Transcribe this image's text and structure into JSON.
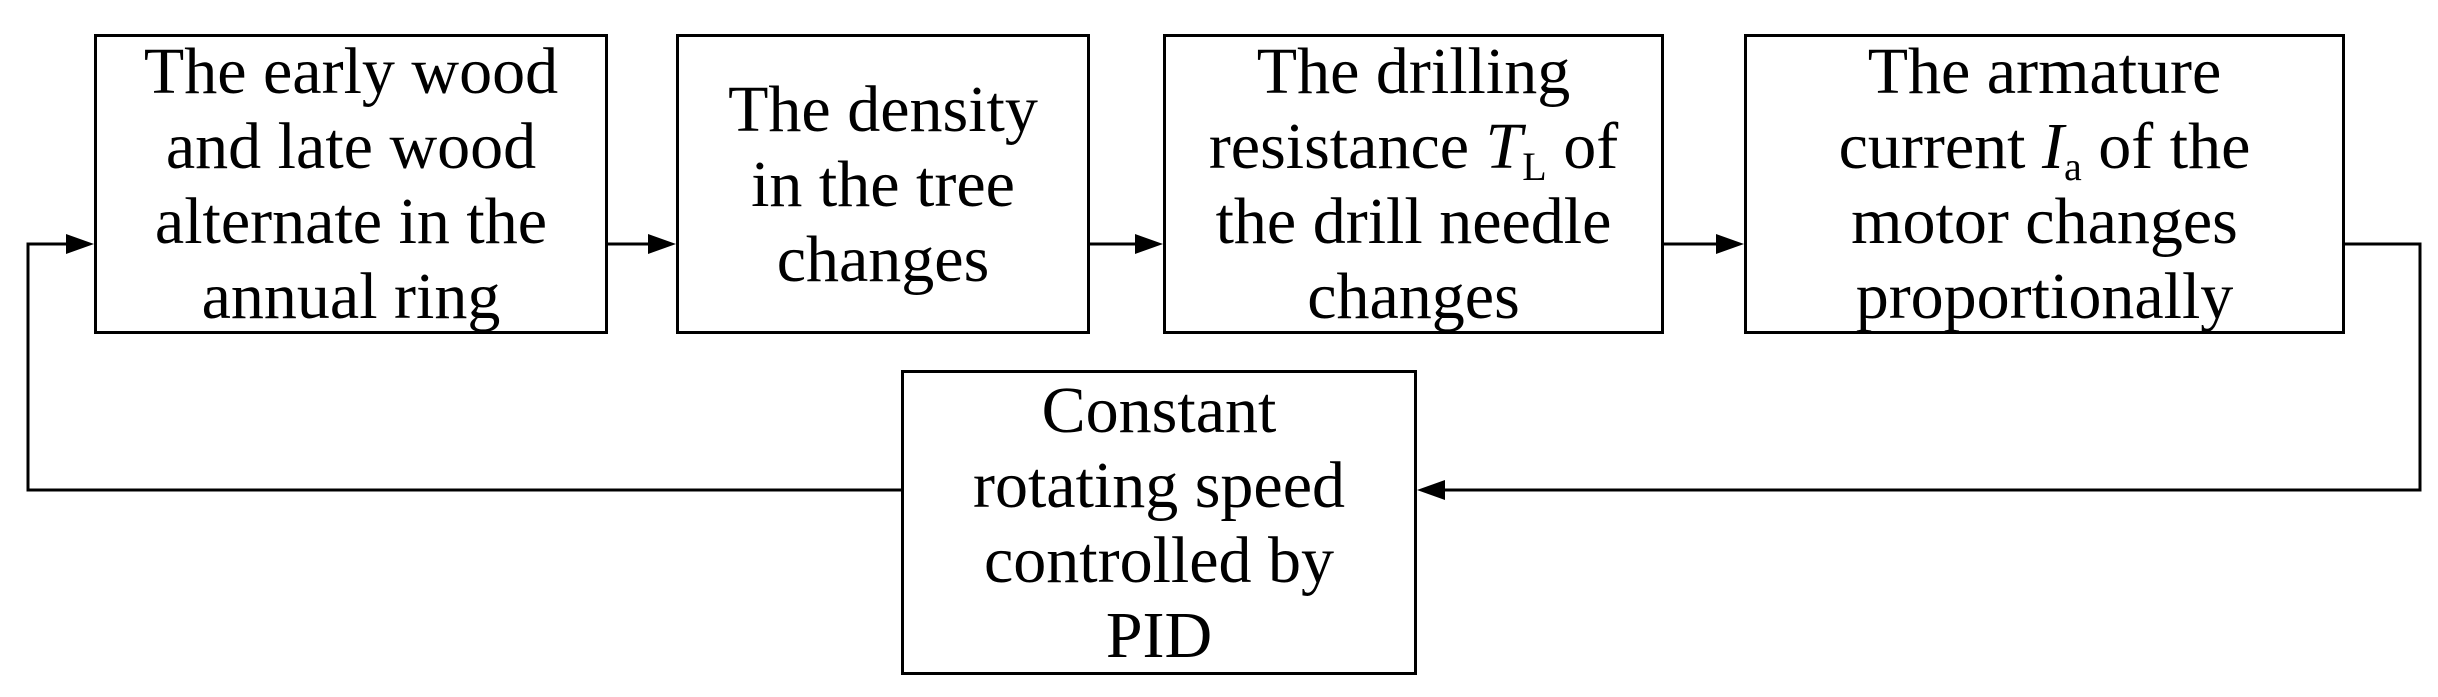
{
  "diagram": {
    "boxes": [
      {
        "lines": [
          "The early wood",
          "and late wood",
          "alternate in the",
          "annual ring"
        ]
      },
      {
        "lines": [
          "The density",
          "in the tree",
          "changes"
        ]
      },
      {
        "line1": "The drilling",
        "line2_pre": "resistance ",
        "line2_var": "T",
        "line2_sub": "L",
        "line2_post": " of",
        "line3": "the drill needle",
        "line4": "changes"
      },
      {
        "line1": "The armature",
        "line2_pre": "current ",
        "line2_var": "I",
        "line2_sub": "a",
        "line2_post": " of the",
        "line3": "motor changes",
        "line4": "proportionally"
      },
      {
        "lines": [
          "Constant",
          "rotating speed",
          "controlled by",
          "PID"
        ]
      }
    ],
    "line_color": "#000000"
  }
}
